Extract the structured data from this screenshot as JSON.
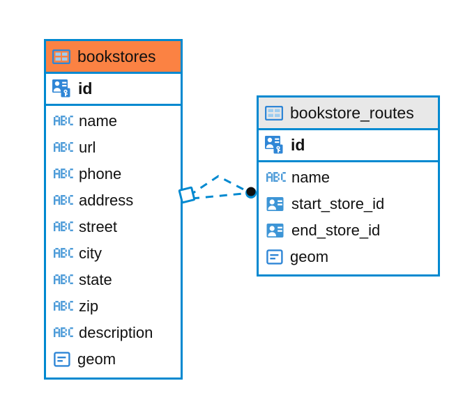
{
  "diagram": {
    "type": "entity-relationship-diagram",
    "background_color": "#ffffff",
    "accent_color": "#0089d0",
    "highlight_color": "#fb8243",
    "neutral_header_color": "#e8e8e8"
  },
  "entities": [
    {
      "name": "bookstores",
      "header_style": "accent",
      "table_icon": "table-icon",
      "primary_key": {
        "label": "id",
        "icon": "primary-key-icon"
      },
      "fields": [
        {
          "label": "name",
          "icon": "abc-text-icon"
        },
        {
          "label": "url",
          "icon": "abc-text-icon"
        },
        {
          "label": "phone",
          "icon": "abc-text-icon"
        },
        {
          "label": "address",
          "icon": "abc-text-icon"
        },
        {
          "label": "street",
          "icon": "abc-text-icon"
        },
        {
          "label": "city",
          "icon": "abc-text-icon"
        },
        {
          "label": "state",
          "icon": "abc-text-icon"
        },
        {
          "label": "zip",
          "icon": "abc-text-icon"
        },
        {
          "label": "description",
          "icon": "abc-text-icon"
        },
        {
          "label": "geom",
          "icon": "geometry-icon"
        }
      ]
    },
    {
      "name": "bookstore_routes",
      "header_style": "neutral",
      "table_icon": "table-icon",
      "primary_key": {
        "label": "id",
        "icon": "primary-key-icon"
      },
      "fields": [
        {
          "label": "name",
          "icon": "abc-text-icon"
        },
        {
          "label": "start_store_id",
          "icon": "foreign-key-icon"
        },
        {
          "label": "end_store_id",
          "icon": "foreign-key-icon"
        },
        {
          "label": "geom",
          "icon": "geometry-icon"
        }
      ]
    }
  ],
  "relationship": {
    "from_entity": "bookstores",
    "to_entity": "bookstore_routes",
    "line_style": "dashed",
    "line_color": "#0089d0",
    "source_marker": "diamond-outline-icon",
    "target_marker": "filled-circle-icon"
  }
}
